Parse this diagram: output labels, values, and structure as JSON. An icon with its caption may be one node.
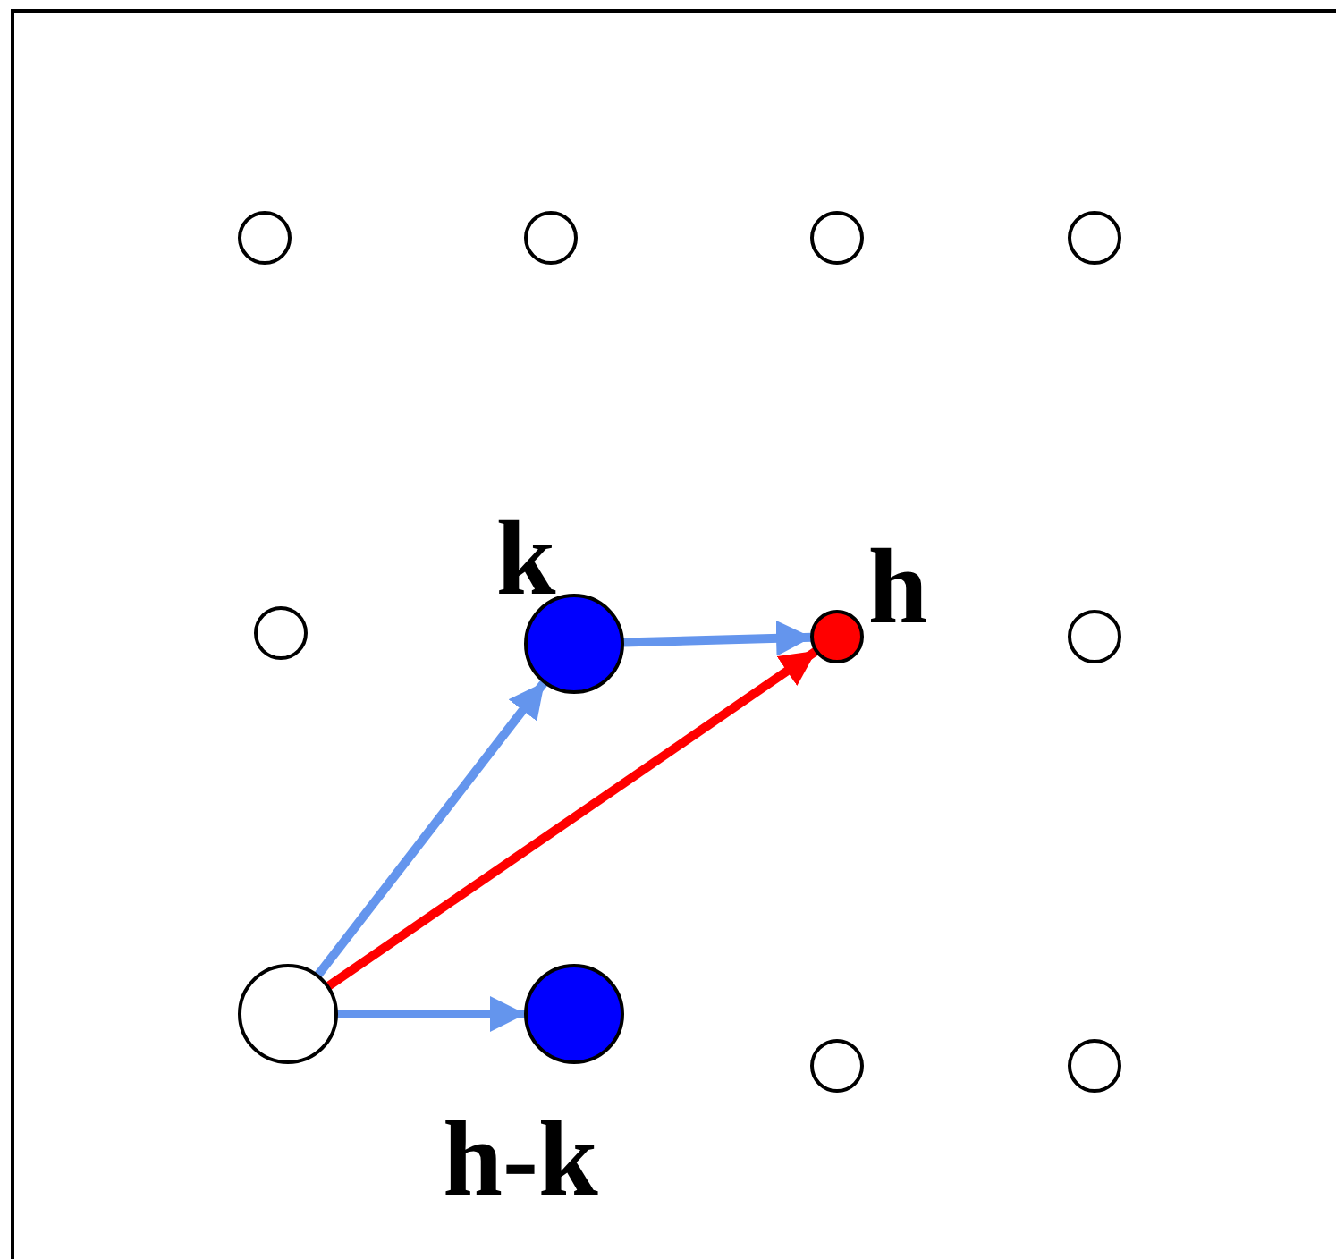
{
  "diagram": {
    "nodes": [
      {
        "text": [],
        "shape": "circle"
      },
      {
        "text": [],
        "shape": "circle"
      },
      {
        "text": [],
        "shape": "circle"
      },
      {
        "text": [],
        "shape": "circle"
      },
      {
        "text": [],
        "shape": "circle"
      },
      {
        "text": [
          "k"
        ]
      },
      {
        "text": [
          "h"
        ]
      },
      {
        "text": [],
        "shape": "circle"
      },
      {
        "text": [],
        "shape": "circle"
      },
      {
        "text": [
          "h-k"
        ]
      },
      {
        "text": [],
        "shape": "circle"
      },
      {
        "text": [],
        "shape": "circle"
      }
    ],
    "edges": [
      {
        "from": 8,
        "to": 5,
        "arrow": "to"
      },
      {
        "from": 5,
        "to": 6,
        "arrow": "to"
      },
      {
        "from": 8,
        "to": 9,
        "arrow": "to"
      },
      {
        "from": 8,
        "to": 6,
        "arrow": "to",
        "color": "#ff0000"
      }
    ]
  }
}
